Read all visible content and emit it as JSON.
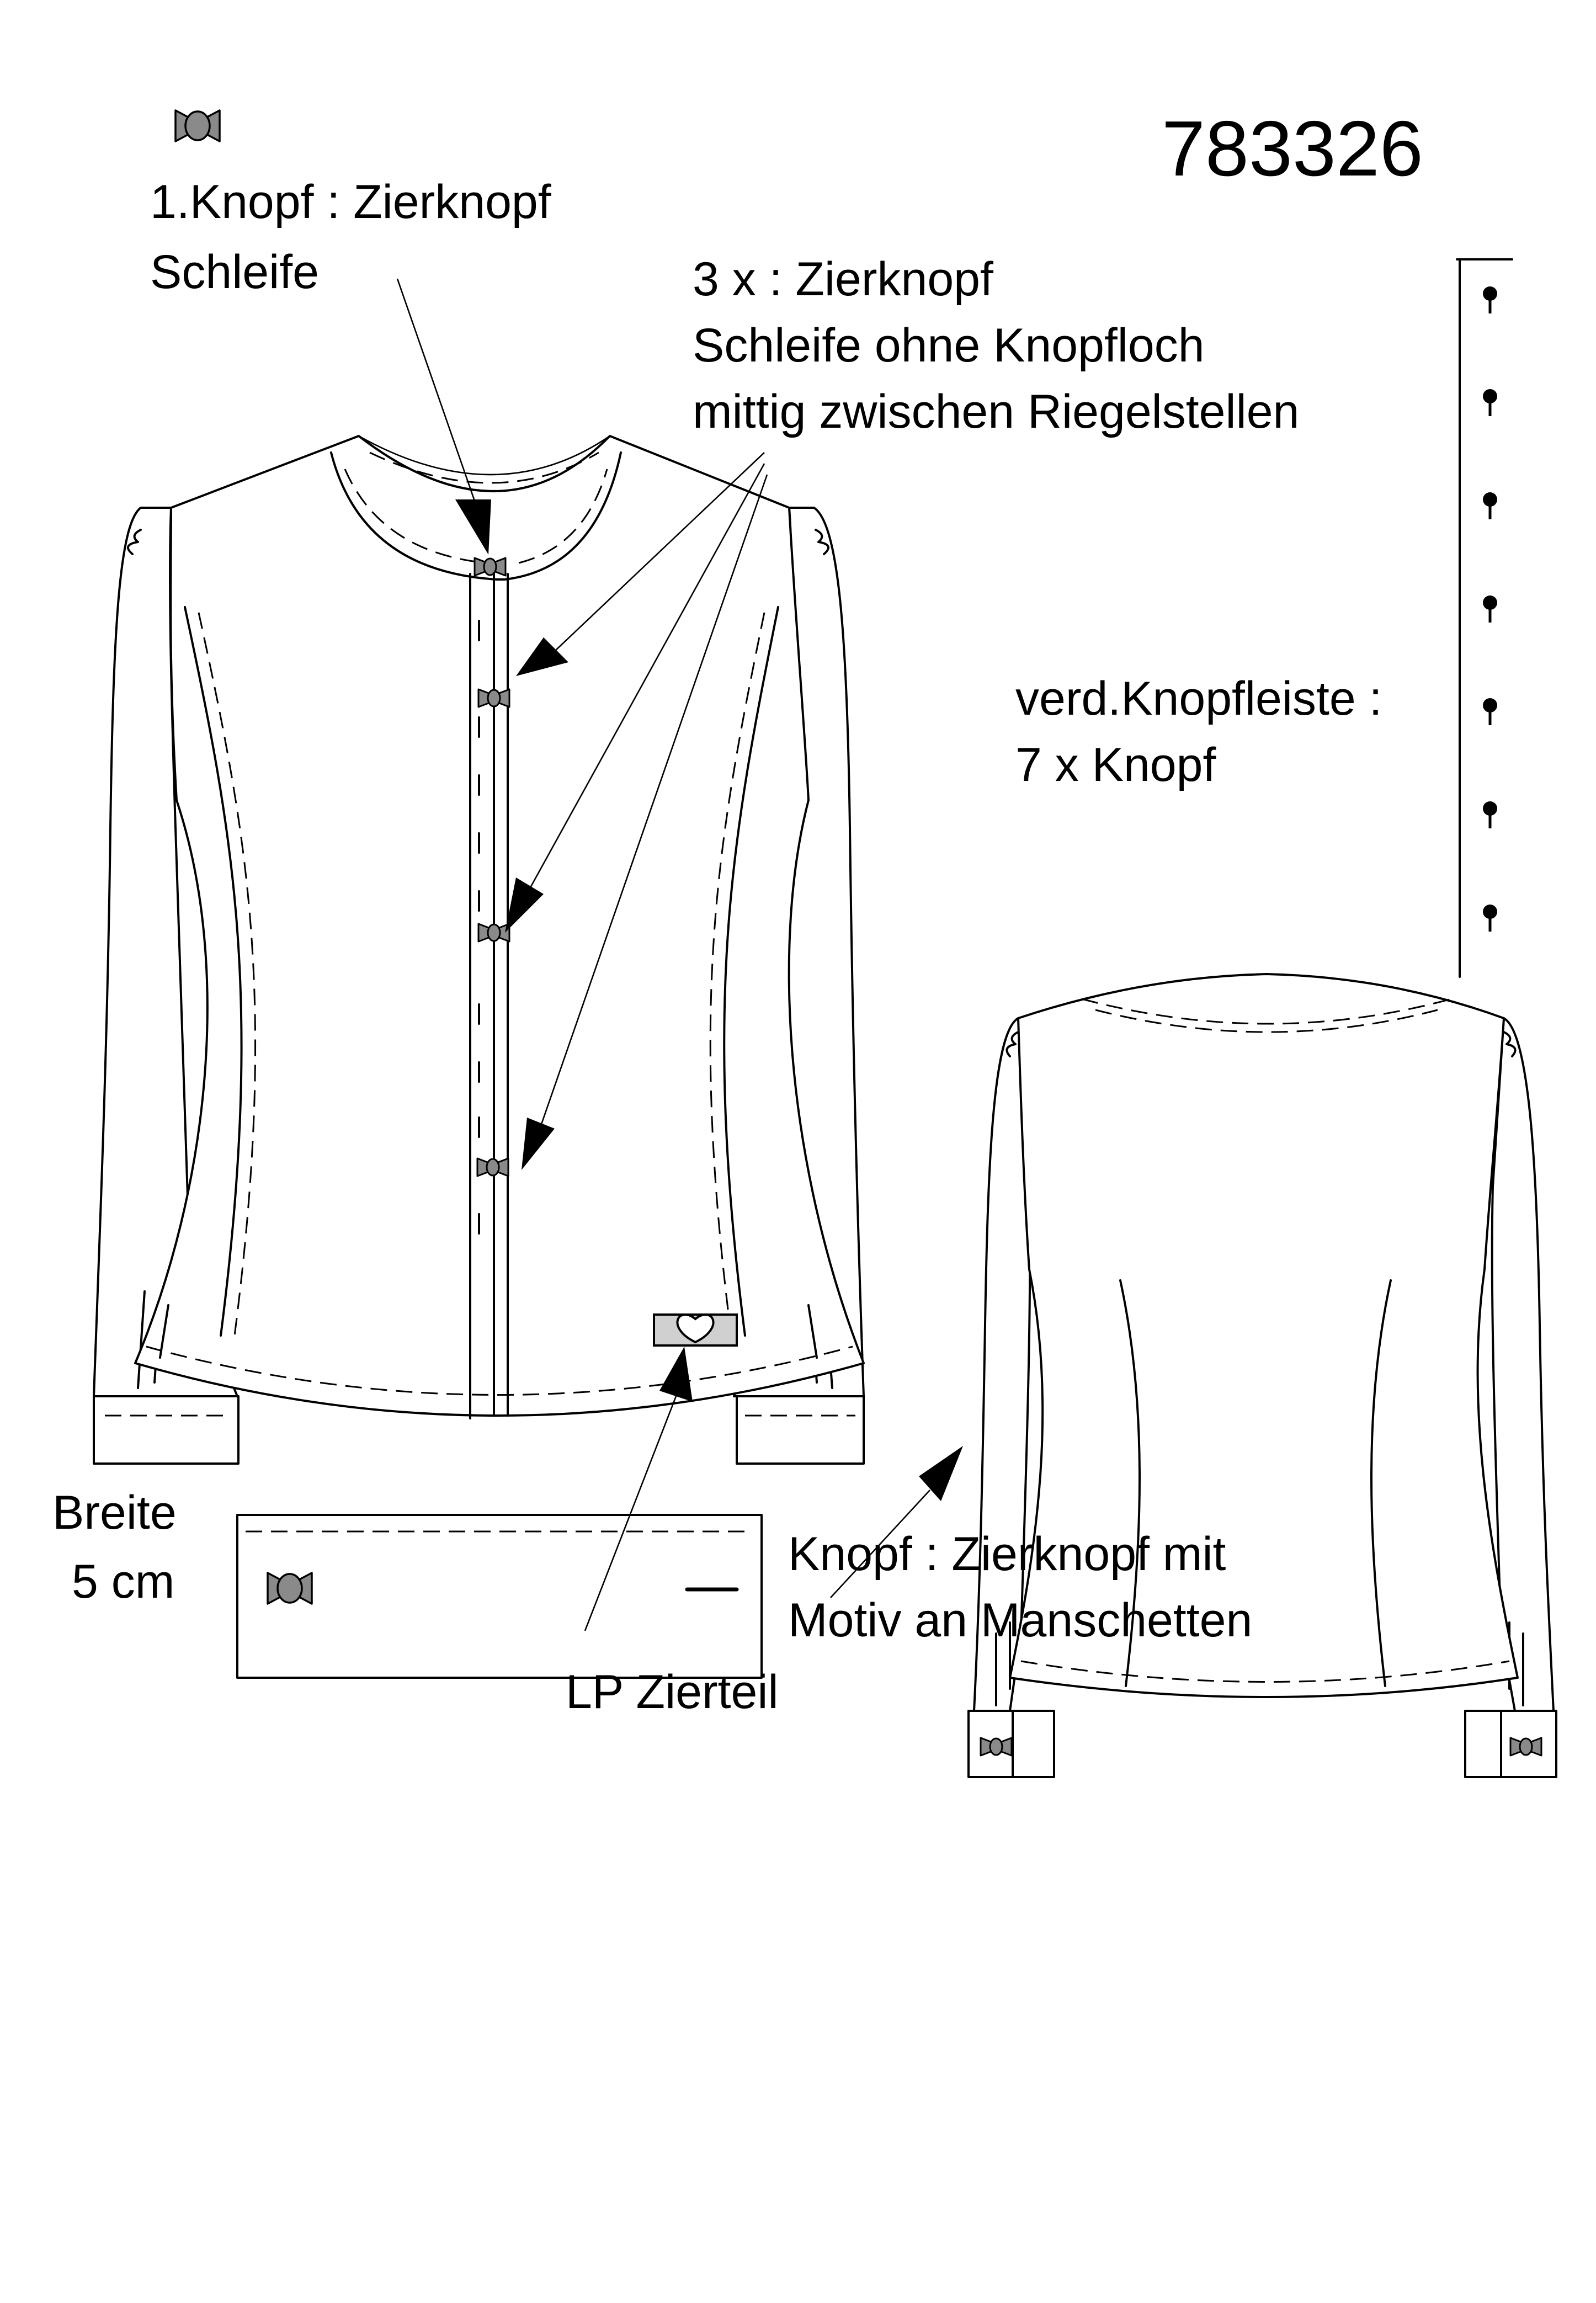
{
  "style_number": "783326",
  "labels": {
    "first_button": [
      "1.Knopf : Zierknopf",
      "Schleife"
    ],
    "three_buttons": [
      "3 x : Zierknopf",
      "Schleife ohne Knopfloch",
      "mittig zwischen Riegelstellen"
    ],
    "hidden_placket": [
      "verd.Knopfleiste :",
      "7 x Knopf"
    ],
    "lp_ornament": "LP Zierteil",
    "cuff_width": [
      "Breite",
      "5 cm"
    ],
    "cuff_button": [
      "Knopf : Zierknopf mit",
      "Motiv an Manschetten"
    ]
  },
  "colors": {
    "line": "#000000",
    "paper": "#ffffff",
    "bow_button": "#8a8a8a",
    "ornament": "#d0d0d0"
  },
  "icons": [
    "bow-button-icon",
    "heart-ornament-icon",
    "arrow-pointer-icon",
    "button-dot-icon"
  ]
}
